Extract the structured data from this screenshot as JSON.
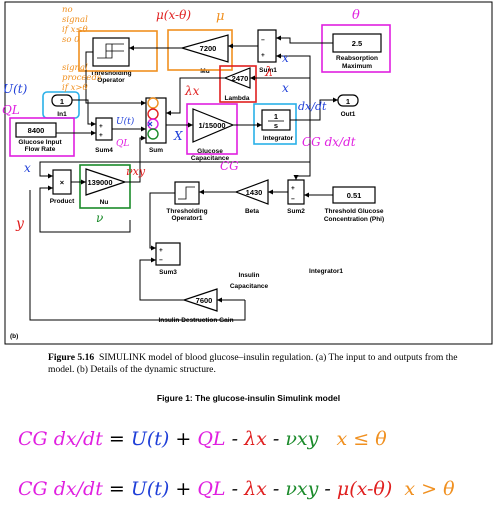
{
  "diagram": {
    "panel_label": "(b)",
    "blocks": {
      "in1": {
        "value": "1",
        "name": "In1"
      },
      "glucose_input": {
        "value": "8400",
        "name_line1": "Glucose Input",
        "name_line2": "Flow Rate"
      },
      "sum4": {
        "name": "Sum4"
      },
      "sum": {
        "name": "Sum"
      },
      "thresholding_operator": {
        "name": "Thresholding",
        "name_line2": "Operator"
      },
      "mu": {
        "value": "7200",
        "name": "Mu"
      },
      "sum1": {
        "name": "Sum1"
      },
      "lambda": {
        "value": "2470",
        "name": "Lambda"
      },
      "reabsorption": {
        "value": "2.5",
        "name_line1": "Reabsorption",
        "name_line2": "Maximum"
      },
      "glucose_capacitance": {
        "value": "1/15000",
        "name_line1": "Glucose",
        "name_line2": "Capacitance"
      },
      "integrator": {
        "num": "1",
        "den": "s",
        "name": "Integrator"
      },
      "out1": {
        "value": "1",
        "name": "Out1"
      },
      "product": {
        "symbol": "×",
        "name": "Product"
      },
      "nu": {
        "value": "139000",
        "name": "Nu"
      },
      "thresholding_operator1": {
        "name_line1": "Thresholding",
        "name_line2": "Operator1"
      },
      "beta": {
        "value": "1430",
        "name": "Beta"
      },
      "sum2": {
        "name": "Sum2"
      },
      "threshold_glucose": {
        "value": "0.51",
        "name_line1": "Threshold Glucose",
        "name_line2": "Concentration (Phi)"
      },
      "sum3": {
        "name": "Sum3"
      },
      "insulin_capacitance": {
        "name_line1": "Insulin",
        "name_line2": "Capacitance",
        "extra": "Integrator1"
      },
      "insulin_destruction": {
        "value": "7600",
        "name": "Insulin Destruction Gain"
      }
    },
    "annotations": {
      "mu_x_theta": "μ(x-θ)",
      "mu": "μ",
      "theta": "θ",
      "u_t": "U(t)",
      "q_l": "QL",
      "lambda": "λ",
      "lambda_x": "λx",
      "x_sum1": "x",
      "x_lambda": "x",
      "x_mid": "X",
      "x_left": "x",
      "dxdt": "dx/dt",
      "cg_dxdt": "CG dx/dt",
      "cg": "CG",
      "nu": "ν",
      "nuxy": "νxy",
      "y": "y",
      "u_small": "U(t)",
      "ql_small": "QL",
      "no_signal_text": [
        "no",
        "signal",
        "if x≤θ",
        "so 0"
      ],
      "signal_proceeds": [
        "signal",
        "proceeds",
        "if x>θ"
      ]
    }
  },
  "caption": {
    "fig_no": "Figure 5.16",
    "text": "SIMULINK model of blood glucose–insulin regulation. (a) The input to and outputs from the model. (b) Details of the dynamic structure."
  },
  "figure_caption": "Figure 1: The glucose-insulin Simulink model",
  "equations": [
    {
      "lhs": "CG",
      "frac": "dx/dt",
      "eq": "=",
      "terms": [
        "U(t)",
        "+",
        "QL",
        "-",
        "λx",
        "-",
        "νxy"
      ],
      "cond": "x ≤ θ"
    },
    {
      "lhs": "CG",
      "frac": "dx/dt",
      "eq": "=",
      "terms": [
        "U(t)",
        "+",
        "QL",
        "-",
        "λx",
        "-",
        "νxy",
        "-",
        "μ(x-θ)"
      ],
      "cond": "x > θ"
    }
  ],
  "colors": {
    "pink": "#e020e0",
    "blue": "#1f3fd8",
    "green": "#1a8a2a",
    "red": "#e02020",
    "orange": "#f09020",
    "cyan": "#2ab0e8"
  }
}
